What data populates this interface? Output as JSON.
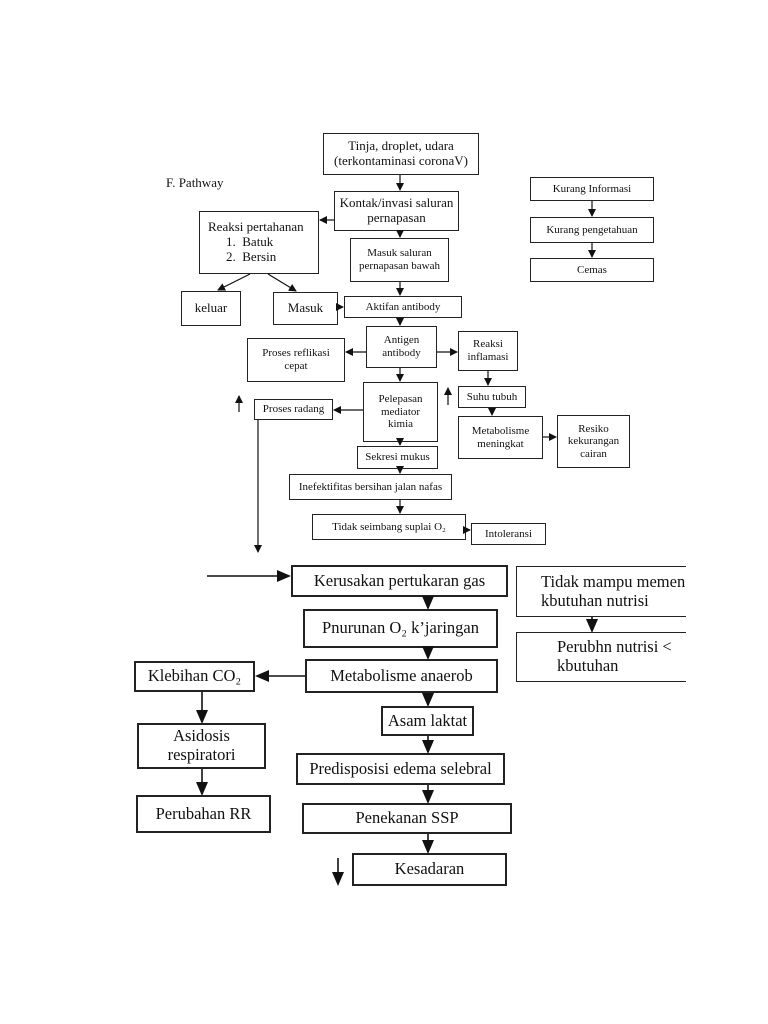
{
  "section_label": "F.  Pathway",
  "nodes": {
    "source": "Tinja, droplet, udara\n(terkontaminasi coronaV)",
    "contact": "Kontak/invasi saluran\npernapasan",
    "defense_title": "Reaksi pertahanan",
    "defense_items": [
      "Batuk",
      "Bersin"
    ],
    "lower_tract": "Masuk saluran\npernapasan bawah",
    "out": "keluar",
    "in": "Masuk",
    "antibody_activation": "Aktifan antibody",
    "antigen_antibody": "Antigen\nantibody",
    "inflammation": "Reaksi\ninflamasi",
    "replication": "Proses reflikasi\ncepat",
    "body_temp": "Suhu tubuh",
    "radang": "Proses radang",
    "mediator": "Pelepasan\nmediator\nkimia",
    "metabolism_up": "Metabolisme\nmeningkat",
    "fluid_risk": "Resiko\nkekurangan\ncairan",
    "mucus": "Sekresi mukus",
    "airway": "Inefektifitas bersihan jalan nafas",
    "o2_imbalance": "Tidak seimbang suplai O₂",
    "intolerance": "Intoleransi",
    "lack_info": "Kurang Informasi",
    "lack_knowledge": "Kurang pengetahuan",
    "anxiety": "Cemas",
    "gas_exchange": "Kerusakan pertukaran gas",
    "o2_decrease": "Pnurunan O₂ k’jaringan",
    "anaerobic": "Metabolisme anaerob",
    "co2_excess": "Klebihan CO₂",
    "lactic": "Asam laktat",
    "acidosis": "Asidosis\nrespiratori",
    "edema": "Predisposisi edema selebral",
    "rr_change": "Perubahan RR",
    "cns": "Penekanan SSP",
    "consciousness": "Kesadaran",
    "nutrition_unable": "Tidak mampu memen\nkbutuhan nutrisi",
    "nutrition_change": "Perubhn nutrisi <\nkbutuhan"
  }
}
